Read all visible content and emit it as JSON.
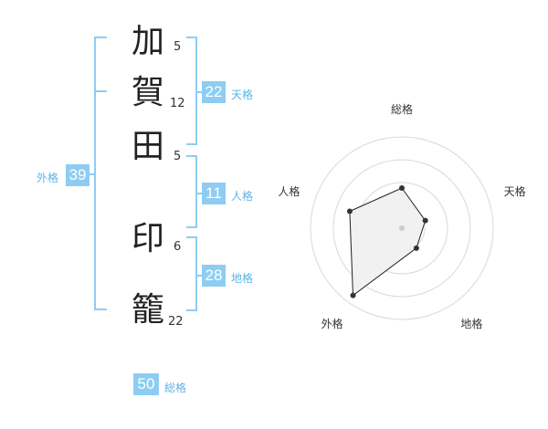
{
  "name": {
    "chars": [
      {
        "char": "加",
        "strokes": "5"
      },
      {
        "char": "賀",
        "strokes": "12"
      },
      {
        "char": "田",
        "strokes": "5"
      },
      {
        "char": "印",
        "strokes": "6"
      },
      {
        "char": "籠",
        "strokes": "22"
      }
    ]
  },
  "fortunes": {
    "tenkaku": {
      "value": "22",
      "label": "天格"
    },
    "jinkaku": {
      "value": "11",
      "label": "人格"
    },
    "chikaku": {
      "value": "28",
      "label": "地格"
    },
    "gaikaku": {
      "value": "39",
      "label": "外格"
    },
    "soukaku": {
      "value": "50",
      "label": "総格"
    }
  },
  "chart_data": {
    "type": "radar",
    "axes": [
      "総格",
      "天格",
      "地格",
      "外格",
      "人格"
    ],
    "values": [
      0.44,
      0.27,
      0.27,
      0.91,
      0.6
    ],
    "colors": {
      "fill": "#efefef",
      "line": "#222222",
      "grid": "#d9d9d9",
      "accent": "#8ecdf2"
    }
  }
}
